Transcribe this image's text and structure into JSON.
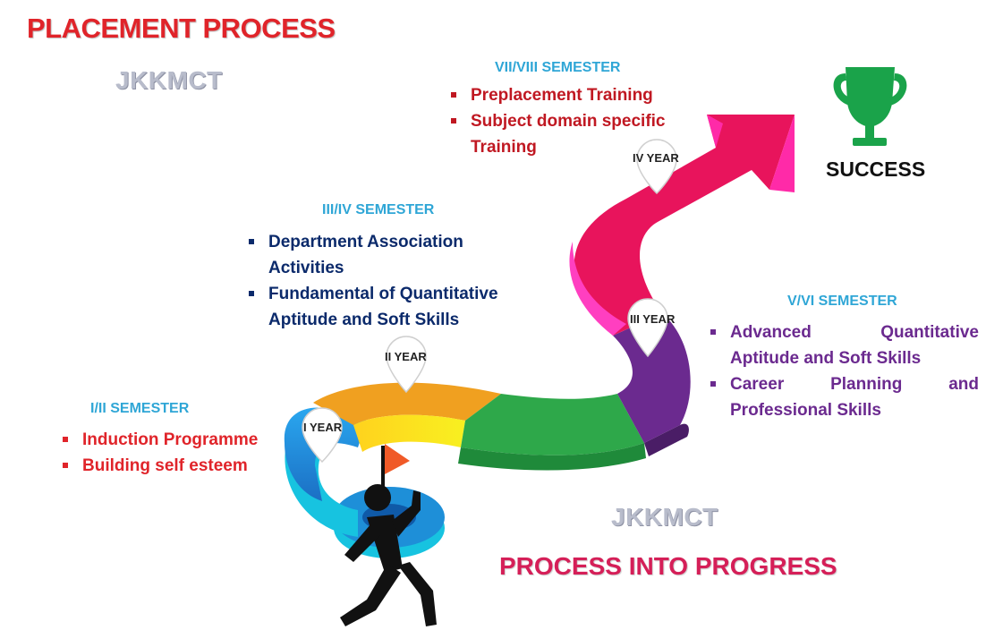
{
  "title": "PLACEMENT PROCESS",
  "watermark": "JKKMCT",
  "tagline": "PROCESS INTO PROGRESS",
  "goal": "SUCCESS",
  "colors": {
    "title": "#e0242a",
    "tagline": "#d51f58",
    "semester_heading": "#2fa6d6",
    "trophy": "#1aa34a",
    "stage_1": "#1e8fd8",
    "stage_2": "#f0a020",
    "stage_3": "#2ea84a",
    "stage_4": "#6b2a8f",
    "stage_5": "#e8145c"
  },
  "stages": [
    {
      "year": "I YEAR",
      "semester": "I/II SEMESTER",
      "items": [
        "Induction Programme",
        "Building self esteem"
      ]
    },
    {
      "year": "II YEAR",
      "semester": "III/IV SEMESTER",
      "items": [
        "Department Association Activities",
        "Fundamental of Quantitative Aptitude and Soft Skills"
      ]
    },
    {
      "year": "III YEAR",
      "semester": "V/VI SEMESTER",
      "items": [
        "Advanced Quantitative Aptitude and Soft Skills",
        "Career Planning and Professional Skills"
      ]
    },
    {
      "year": "IV YEAR",
      "semester": "VII/VIII SEMESTER",
      "items": [
        "Preplacement Training",
        "Subject domain specific Training"
      ]
    }
  ]
}
